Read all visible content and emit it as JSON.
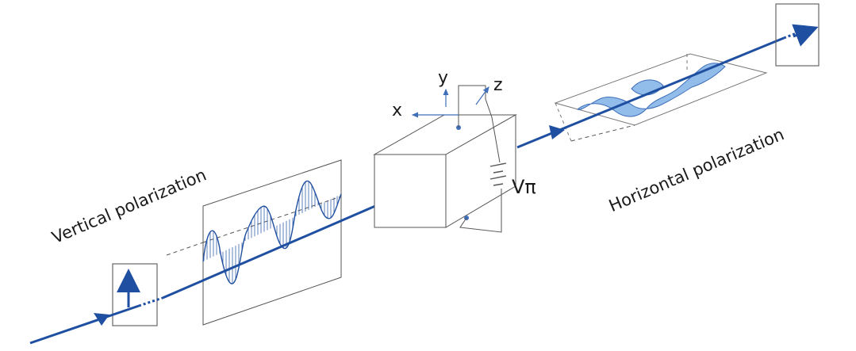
{
  "labels": {
    "vertical_polarization": "Vertical polarization",
    "horizontal_polarization": "Horizontal polarization",
    "axis_x": "x",
    "axis_y": "y",
    "axis_z": "z",
    "voltage": "Vπ"
  },
  "colors": {
    "beam": "#1f4fa0",
    "wave_fill": "#7fb0e6",
    "outline": "#555555",
    "axis": "#3f6fb8"
  }
}
